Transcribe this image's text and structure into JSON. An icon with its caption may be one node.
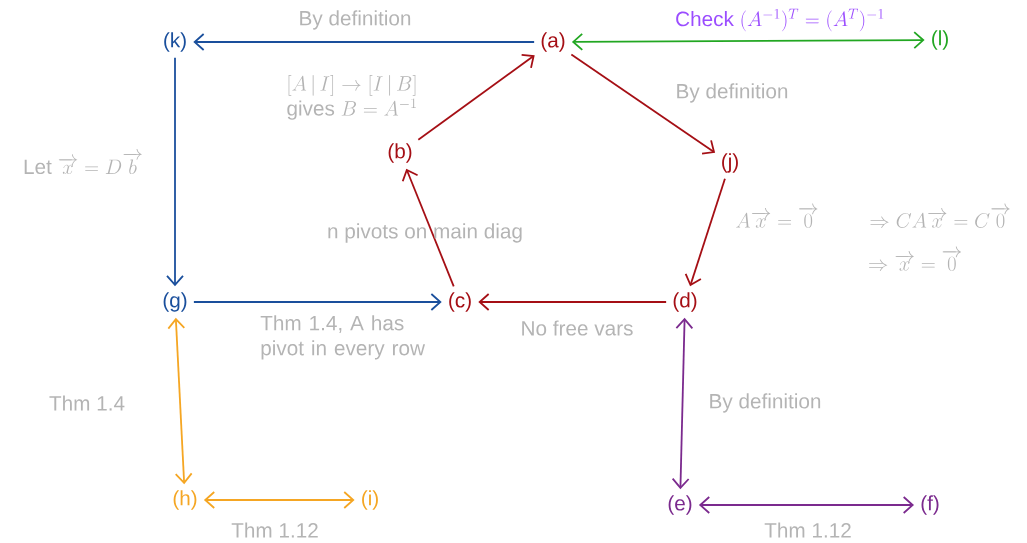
{
  "diagram": {
    "nodes": [
      {
        "text": [
          "(k)"
        ]
      },
      {
        "text": [
          "(a)"
        ]
      },
      {
        "text": [
          "(l)"
        ]
      },
      {
        "text": [
          "(b)"
        ]
      },
      {
        "text": [
          "(j)"
        ]
      },
      {
        "text": [
          "(g)"
        ]
      },
      {
        "text": [
          "(c)"
        ]
      },
      {
        "text": [
          "(d)"
        ]
      },
      {
        "text": [
          "(h)"
        ]
      },
      {
        "text": [
          "(i)"
        ]
      },
      {
        "text": [
          "(e)"
        ]
      },
      {
        "text": [
          "(f)"
        ]
      }
    ],
    "edges": [
      {
        "from": 1,
        "to": 0,
        "arrow": "to",
        "label": "By definition",
        "color": "#1a4f9c"
      },
      {
        "from": 1,
        "to": 2,
        "arrow": "both",
        "label": "\\text{Check } (A^{-1})^T = (A^T)^{-1}",
        "color": "#22a722"
      },
      {
        "from": 3,
        "to": 1,
        "arrow": "to",
        "label": "\\begin{array}{c}[A\\,|\\,I] \\to [I\\,|\\,B]\\\\ \\text{gives } B = A^{-1}\\end{array}"
      },
      {
        "from": 1,
        "to": 4,
        "arrow": "to",
        "label": "By definition"
      },
      {
        "from": 4,
        "to": 7,
        "arrow": "to"
      },
      {
        "from": 7,
        "to": 6,
        "arrow": "to",
        "label": "No free vars"
      },
      {
        "from": 6,
        "to": 3,
        "arrow": "to",
        "label": "n pivots on  main diag"
      },
      {
        "from": 0,
        "to": 5,
        "arrow": "to",
        "label": "\\text{Let } \\overrightarrow{x} = D\\overrightarrow{b}",
        "color": "#1a4f9c"
      },
      {
        "from": 5,
        "to": 6,
        "arrow": "to",
        "label": "Thm 1.4, A has pivot in every row",
        "color": "#1a4f9c"
      },
      {
        "from": 5,
        "to": 8,
        "arrow": "both",
        "label": "Thm 1.4",
        "color": "#f5a623"
      },
      {
        "from": 8,
        "to": 9,
        "arrow": "both",
        "label": "Thm 1.12",
        "color": "#f5a623"
      },
      {
        "from": 7,
        "to": 10,
        "arrow": "both",
        "label": "By definition",
        "color": "#7b2a8e"
      },
      {
        "from": 10,
        "to": 11,
        "arrow": "both",
        "label": "Thm 1.12",
        "color": "#7b2a8e"
      }
    ],
    "labels": [
      "A\\overrightarrow{x} = \\overrightarrow{0}",
      "\\Rightarrow CA\\overrightarrow{x} = C\\overrightarrow{0}",
      "\\Rightarrow \\overrightarrow{x} = \\overrightarrow{0}"
    ]
  }
}
